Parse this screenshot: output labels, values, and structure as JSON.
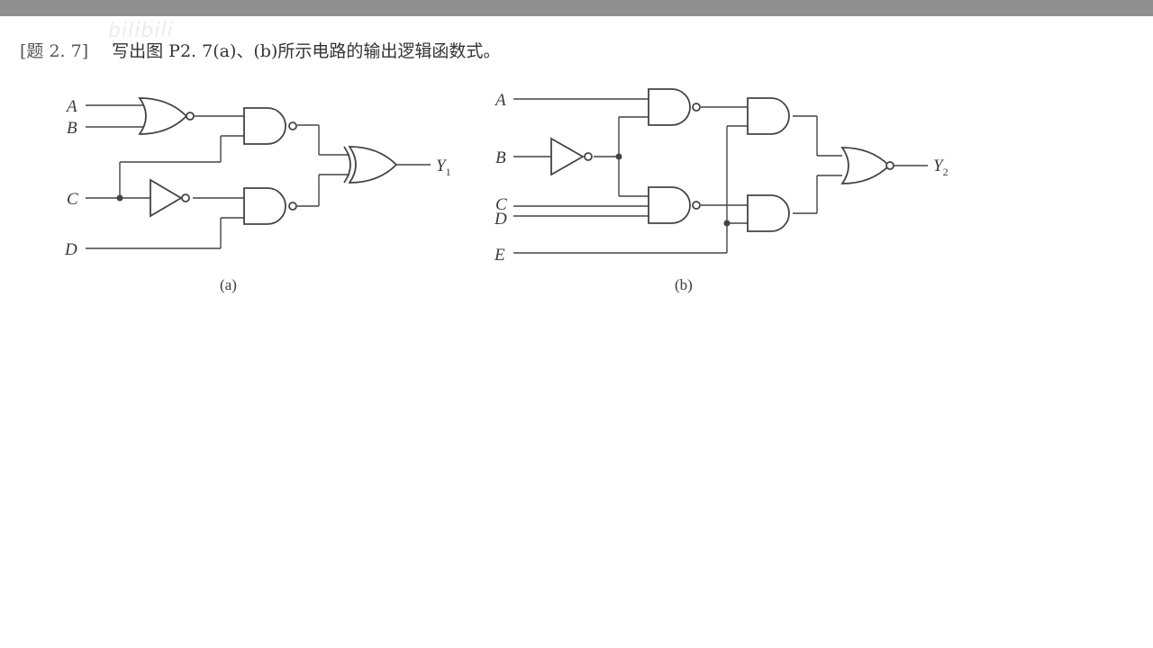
{
  "problem": {
    "number": "[题 2. 7]",
    "text": "写出图 P2. 7(a)、(b)所示电路的输出逻辑函数式。"
  },
  "watermark": "bilibili",
  "circuit_a": {
    "caption": "(a)",
    "inputs": [
      "A",
      "B",
      "C",
      "D"
    ],
    "output": {
      "name": "Y",
      "subscript": "1"
    }
  },
  "circuit_b": {
    "caption": "(b)",
    "inputs": [
      "A",
      "B",
      "C",
      "D",
      "E"
    ],
    "output": {
      "name": "Y",
      "subscript": "2"
    }
  }
}
